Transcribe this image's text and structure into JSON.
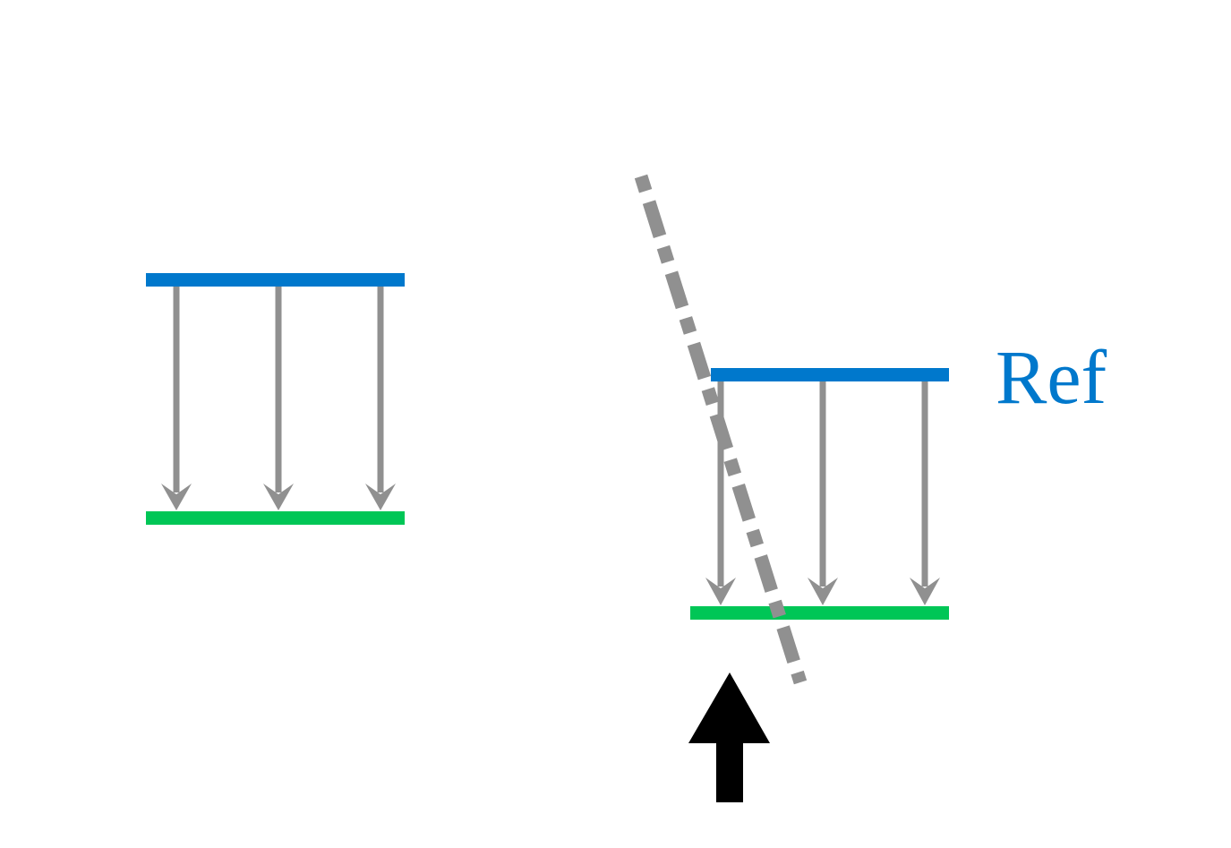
{
  "diagram": {
    "colors": {
      "reference_line": "#0078CC",
      "target_line": "#00C656",
      "arrow": "#909090",
      "tilted_line": "#909090",
      "indicator_arrow": "#000000",
      "label": "#0078CC"
    },
    "panels": [
      {
        "name": "left-panel",
        "top_line": "reference",
        "bottom_line": "target",
        "arrow_count": 3,
        "arrow_direction": "down"
      },
      {
        "name": "right-panel",
        "top_line": "reference",
        "bottom_line": "target",
        "arrow_count": 3,
        "arrow_direction": "down",
        "has_tilted_dashdot_line": true,
        "has_indicator_arrow": true,
        "indicator_direction": "up"
      }
    ],
    "label": "Ref"
  }
}
